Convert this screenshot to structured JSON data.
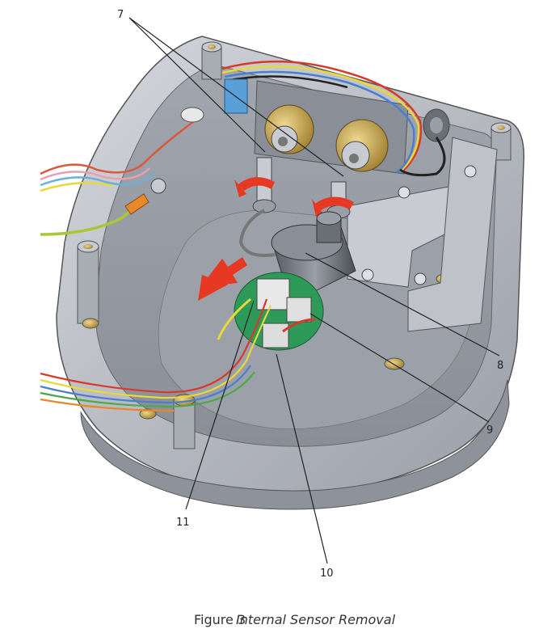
{
  "callouts": {
    "c7": "7",
    "c8": "8",
    "c9": "9",
    "c10": "10",
    "c11": "11"
  },
  "caption": {
    "number": "Figure 3",
    "title": "Internal Sensor Removal"
  },
  "colors": {
    "housing": "#b9bcc4",
    "housing_dark": "#7d828c",
    "housing_inner": "#8e939c",
    "brass": "#b8963e",
    "pcb_green": "#2e9a5a",
    "arrow_red": "#e63822",
    "wire_red": "#d83a2a",
    "wire_yellow": "#e8d83a",
    "wire_blue": "#4a7fd0",
    "wire_green": "#4aa84a"
  }
}
